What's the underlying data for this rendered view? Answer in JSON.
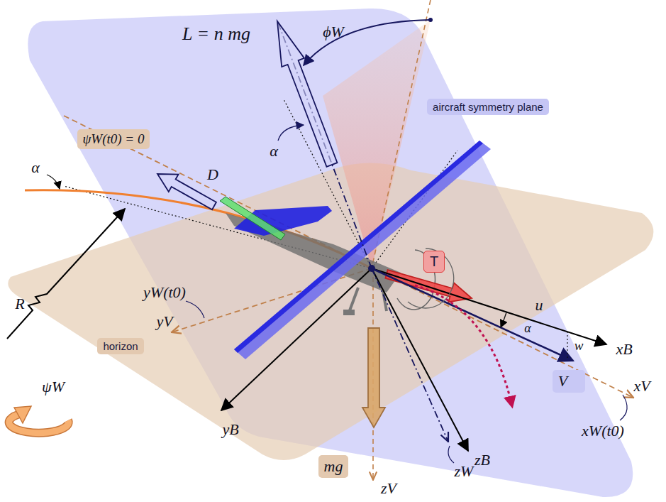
{
  "diagram": {
    "nodes": [
      {
        "text": [
          "aircraft symmetry plane"
        ]
      },
      {
        "text": [
          "ψW(t0) = 0"
        ]
      },
      {
        "text": [
          "T"
        ]
      },
      {
        "text": [
          "horizon"
        ]
      },
      {
        "text": [
          "V⃗"
        ]
      },
      {
        "text": [
          "mg"
        ]
      }
    ],
    "labels": [
      "L = n mg",
      "ϕW",
      "α",
      "D",
      "α",
      "R",
      "ψ̇W",
      "yW(t0)",
      "yV",
      "u",
      "α",
      "xB",
      "w",
      "xV",
      "xW(t0)",
      "yB",
      "zB",
      "zV",
      "zW"
    ]
  }
}
